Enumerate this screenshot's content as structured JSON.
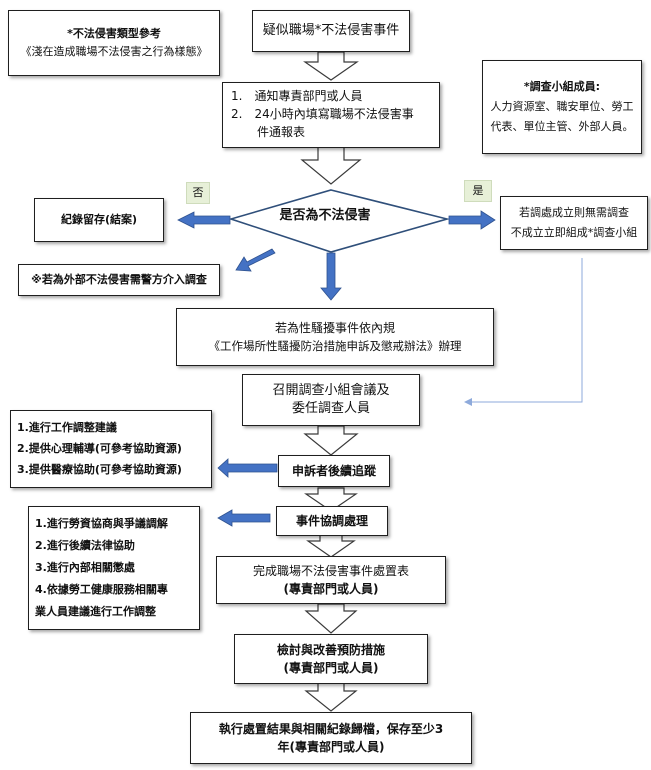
{
  "ref_note": {
    "title": "*不法侵害類型參考",
    "body": "《淺在造成職場不法侵害之行為樣態》"
  },
  "start": "疑似職場*不法侵害事件",
  "notify": {
    "item1": "1.　通知專責部門或人員",
    "item2_line1": "2.　24小時內填寫職場不法侵害事",
    "item2_line2": "件通報表"
  },
  "team_note": {
    "title": "*調查小組成員:",
    "line1": "人力資源室、職安單位、勞工",
    "line2": "代表、單位主管、外部人員。"
  },
  "decision": {
    "label": "是否為不法侵害",
    "no_label": "否",
    "yes_label": "是"
  },
  "record": "紀錄留存(結案)",
  "external": "※若為外部不法侵害需警方介入調查",
  "setup": {
    "line1": "若調處成立則無需調查",
    "line2": "不成立立即組成*調查小組"
  },
  "sexual_harassment": {
    "line1": "若為性騷擾事件依內規",
    "line2": "《工作場所性騷擾防治措施申訴及懲戒辦法》辦理"
  },
  "meeting": {
    "line1": "召開調查小組會議及",
    "line2": "委任調查人員"
  },
  "followup_actions": [
    "1.進行工作調整建議",
    "2.提供心理輔導(可參考協助資源)",
    "3.提供醫療協助(可參考協助資源)"
  ],
  "followup": "申訴者後續追蹤",
  "mediation_actions": [
    "1.進行勞資協商與爭議調解",
    "2.進行後續法律協助",
    "3.進行內部相關懲處",
    "4.依據勞工健康服務相關專",
    "業人員建議進行工作調整"
  ],
  "mediation": "事件協調處理",
  "complete": {
    "line1": "完成職場不法侵害事件處置表",
    "line2": "(專責部門或人員)"
  },
  "review": {
    "line1": "檢討與改善預防措施",
    "line2": "(專責部門或人員)"
  },
  "archive": {
    "line1": "執行處置結果與相關紀錄歸檔，保存至少3",
    "line2": "年(專責部門或人員)"
  }
}
